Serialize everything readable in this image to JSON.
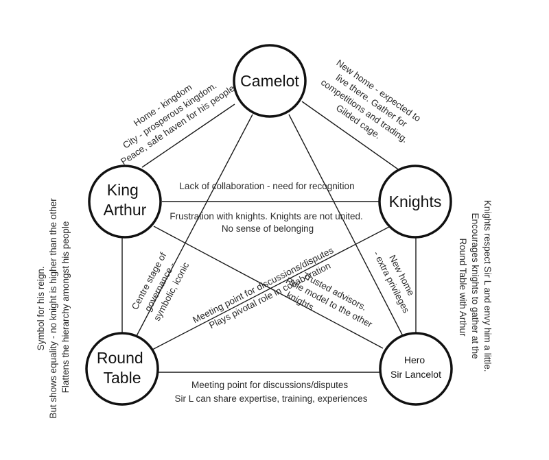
{
  "nodes": {
    "camelot": [
      "Camelot"
    ],
    "arthur": [
      "King",
      "Arthur"
    ],
    "knights": [
      "Knights"
    ],
    "table": [
      "Round",
      "Table"
    ],
    "lancelot": [
      "Hero",
      "Sir Lancelot"
    ]
  },
  "annotations": {
    "camelot_arthur": [
      "Home - kingdom",
      "City - prosperous kingdom.",
      "Peace, safe haven for his people"
    ],
    "camelot_knights": [
      "New home - expected to",
      "live there. Gather for",
      "competitions and trading.",
      "Gilded cage."
    ],
    "arthur_knights_top": [
      "Lack of collaboration - need for recognition"
    ],
    "arthur_knights_bottom": [
      "Frustration with knights. Knights are not united.",
      "No sense of belonging"
    ],
    "arthur_table": [
      "Symbol for his reign.",
      "But shows equality - no knight is higher than the other",
      "Flattens the hierarchy amongst his people"
    ],
    "knights_lancelot": [
      "Knights respect Sir L and envy him a little.",
      "Encourages knights to gather at the",
      "Round Table with Arthur"
    ],
    "camelot_table": [
      "Centre stage of",
      "governance -",
      "symbolic, iconic"
    ],
    "knights_table": [
      "Meeting point for discussions/disputes",
      "Plays pivotal role in collaboration"
    ],
    "camelot_lancelot": [
      "New home",
      "- extra privileges"
    ],
    "arthur_lancelot": [
      "Trusted advisors.",
      "Role model to the other",
      "knights"
    ],
    "table_lancelot": [
      "Meeting point for discussions/disputes",
      "Sir L can share expertise, training, experiences"
    ]
  }
}
